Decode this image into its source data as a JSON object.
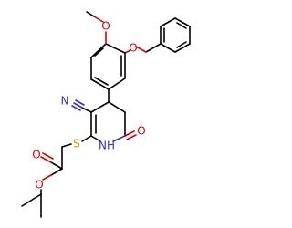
{
  "molecule": {
    "atom_labels": {
      "o_methoxy": "O",
      "o_benzyloxy": "O",
      "n_nitrile": "N",
      "s_thioether": "S",
      "nh_ring": "NH",
      "o_lactam": "O",
      "o_carbonyl": "O",
      "o_ester": "O"
    },
    "colors": {
      "carbon": "#000000",
      "oxygen": "#e00000",
      "nitrogen": "#2f2fe0",
      "sulfur": "#c8a000"
    }
  }
}
